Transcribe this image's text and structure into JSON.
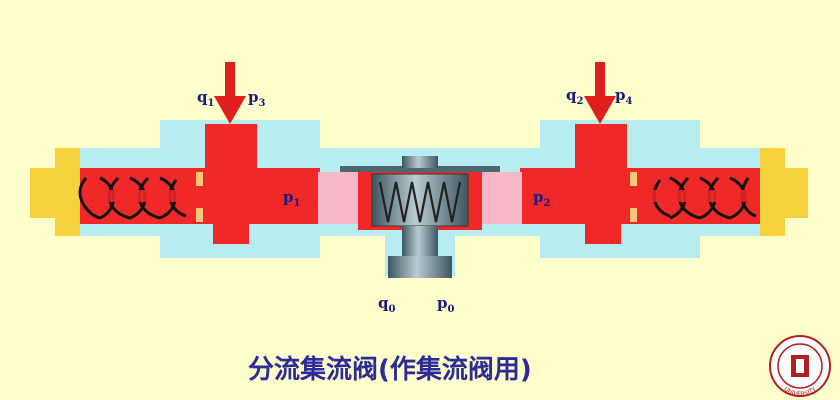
{
  "labels": {
    "q1": {
      "main": "q",
      "sub": "1"
    },
    "p3": {
      "main": "p",
      "sub": "3"
    },
    "q2": {
      "main": "q",
      "sub": "2"
    },
    "p4": {
      "main": "p",
      "sub": "4"
    },
    "p1": {
      "main": "p",
      "sub": "1"
    },
    "p2": {
      "main": "p",
      "sub": "2"
    },
    "q0": {
      "main": "q",
      "sub": "0"
    },
    "p0": {
      "main": "p",
      "sub": "0"
    }
  },
  "caption": "分流集流阀(作集流阀用)",
  "colors": {
    "background": "#ffffcc",
    "valve_body": "#b7ecf0",
    "oil": "#f02828",
    "chamber": "#f5b8c8",
    "end_cap": "#f5d23c",
    "spring": "#222222",
    "steel": "#5f7f8c",
    "caption": "#2b2b99",
    "arrow": "#e01e1e"
  },
  "logo": {
    "text": "UNIVERSITY"
  }
}
